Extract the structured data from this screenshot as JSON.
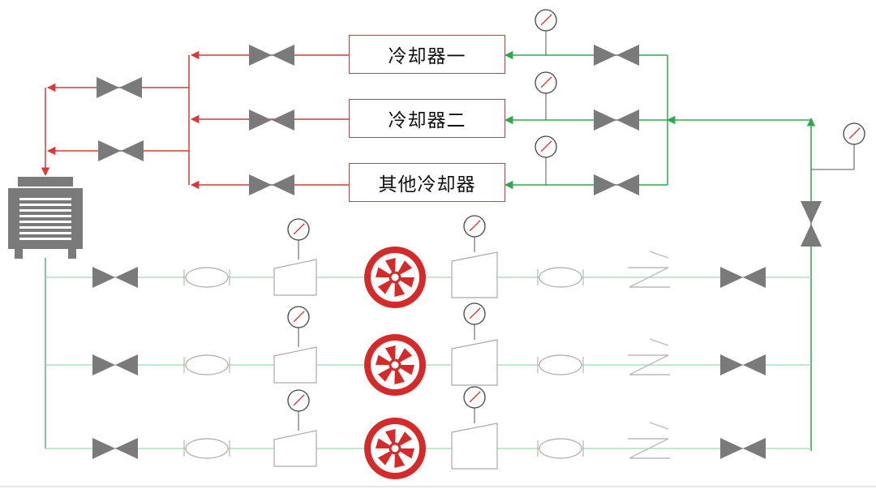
{
  "coolers": [
    {
      "label": "冷却器一"
    },
    {
      "label": "冷却器二"
    },
    {
      "label": "其他冷却器"
    }
  ],
  "colors": {
    "hot_line": "#d63a3a",
    "cold_line": "#2ea84f",
    "equipment_line": "#9ed9b0",
    "valve": "#7a7a7a",
    "fan": "#d42a2a"
  },
  "icons": [
    "valve-icon",
    "pressure-gauge-icon",
    "heat-exchanger-icon",
    "fan-icon",
    "compressor-icon",
    "filter-icon",
    "check-valve-icon",
    "cooling-tower-icon",
    "arrow-icon"
  ]
}
